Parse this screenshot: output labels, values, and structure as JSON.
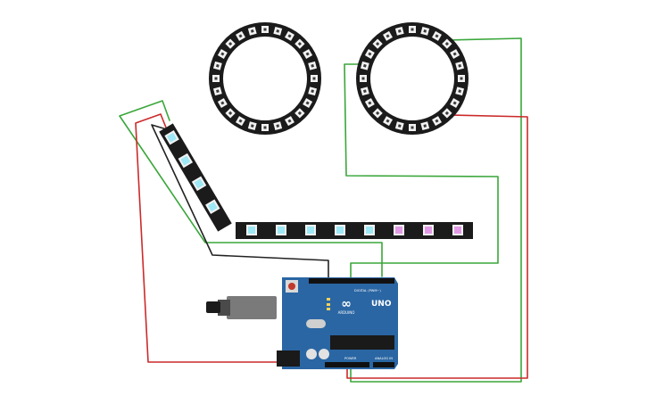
{
  "board": {
    "name": "UNO",
    "brand": "ARDUINO",
    "logo_mark": "∞",
    "digital_label": "DIGITAL (PWM~)",
    "power_label": "POWER",
    "analog_label": "ANALOG IN"
  },
  "colors": {
    "green_wire": "#3aa63a",
    "red_wire": "#cc2a2a",
    "black_wire": "#222222",
    "board_blue": "#2a66a3",
    "strip_black": "#1b1b1b",
    "led_cyan": "#9ee8f5",
    "led_magenta": "#e39ae6",
    "usb_gray": "#7a7a7a"
  },
  "components": {
    "ring_left": "neopixel-ring-24",
    "ring_right": "neopixel-ring-24",
    "strip_diagonal": "led-strip-4",
    "strip_horizontal": "led-strip-8",
    "microcontroller": "arduino-uno"
  },
  "strip_led_colors": [
    "cyan",
    "cyan",
    "cyan",
    "cyan",
    "cyan",
    "magenta",
    "magenta",
    "magenta"
  ]
}
